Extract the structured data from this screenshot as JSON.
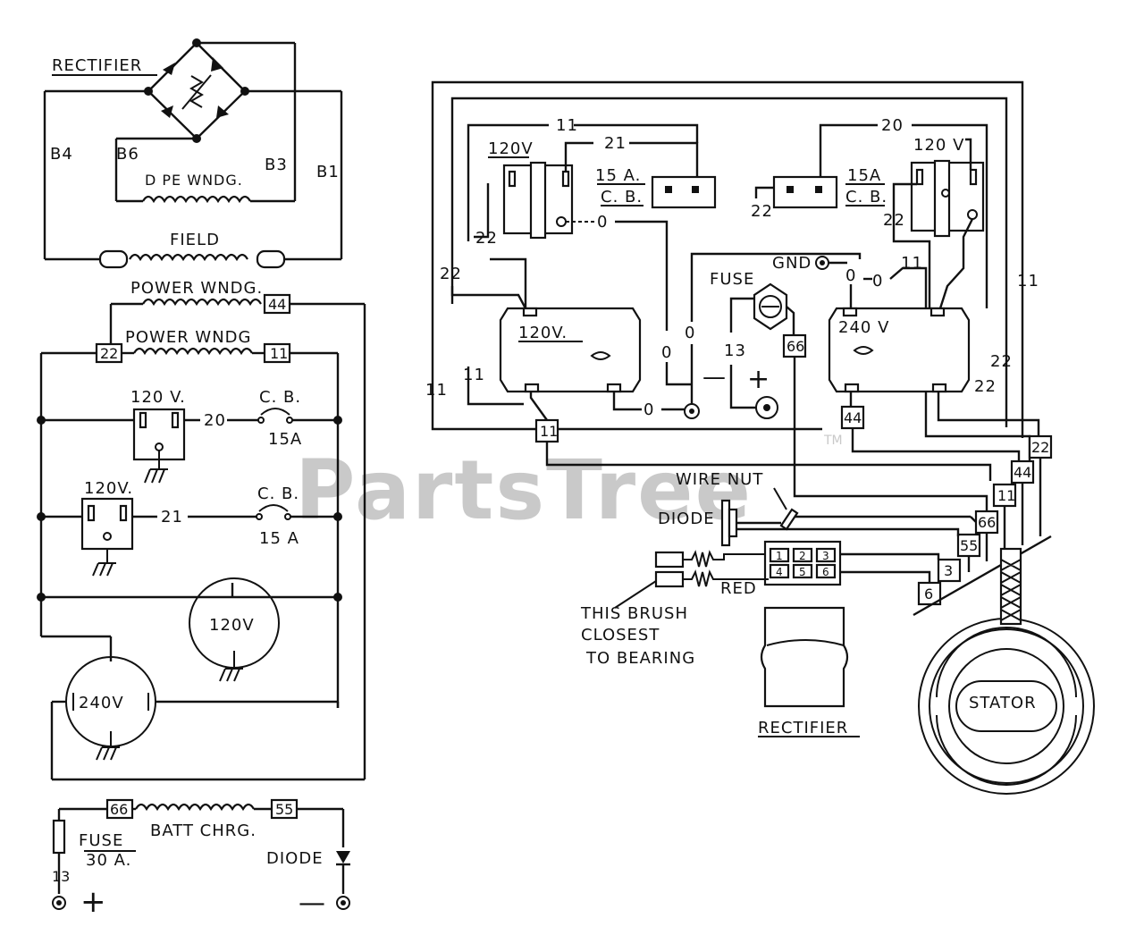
{
  "watermark": {
    "text": "PartsTree",
    "tm": "TM"
  },
  "schematic": {
    "rectifier_label": "RECTIFIER",
    "terminals": {
      "b4": "B4",
      "b6": "B6",
      "b3": "B3",
      "b1": "B1"
    },
    "dpe_winding": "D PE WNDG.",
    "field": "FIELD",
    "power_winding_1": "POWER WNDG.",
    "power_winding_1_tag": "44",
    "power_winding_2": "POWER WNDG",
    "power_winding_2_tags": [
      "22",
      "11"
    ],
    "outlet_1": {
      "label": "120 V.",
      "wire": "20",
      "cb": "C. B.",
      "rating": "15A"
    },
    "outlet_2": {
      "label": "120V.",
      "wire": "21",
      "cb": "C. B.",
      "rating": "15 A"
    },
    "twist_lock_120": "120V",
    "twist_lock_240": "240V",
    "battery": {
      "tags": [
        "66",
        "55"
      ],
      "winding": "BATT CHRG.",
      "fuse": "FUSE",
      "fuse_rating": "30 A.",
      "wire_13": "13",
      "diode": "DIODE",
      "plus": "+",
      "minus": "—"
    }
  },
  "wiring": {
    "wire_labels": [
      "11",
      "21",
      "20",
      "22",
      "22",
      "11",
      "11",
      "22",
      "22",
      "11",
      "11",
      "0",
      "0",
      "0",
      "0",
      "0",
      "0",
      "13"
    ],
    "outlet_left": {
      "label": "120V",
      "cb": "15 A.",
      "cb2": "C. B."
    },
    "outlet_right": {
      "label": "120 V",
      "cb": "15A",
      "cb2": "C. B."
    },
    "receptacle_120": "120V.",
    "receptacle_240": "240 V",
    "gnd": "GND",
    "fuse": "FUSE",
    "plus": "+",
    "minus": "—",
    "tags": [
      "11",
      "66",
      "44",
      "22",
      "44",
      "11",
      "66",
      "55",
      "3",
      "6"
    ],
    "wire_nut": "WIRE NUT",
    "diode": "DIODE",
    "red": "RED",
    "brush_note": [
      "THIS BRUSH",
      "CLOSEST",
      "TO BEARING"
    ],
    "connector_pins": [
      "1",
      "2",
      "3",
      "4",
      "5",
      "6"
    ],
    "rectifier": "RECTIFIER",
    "stator": "STATOR"
  }
}
